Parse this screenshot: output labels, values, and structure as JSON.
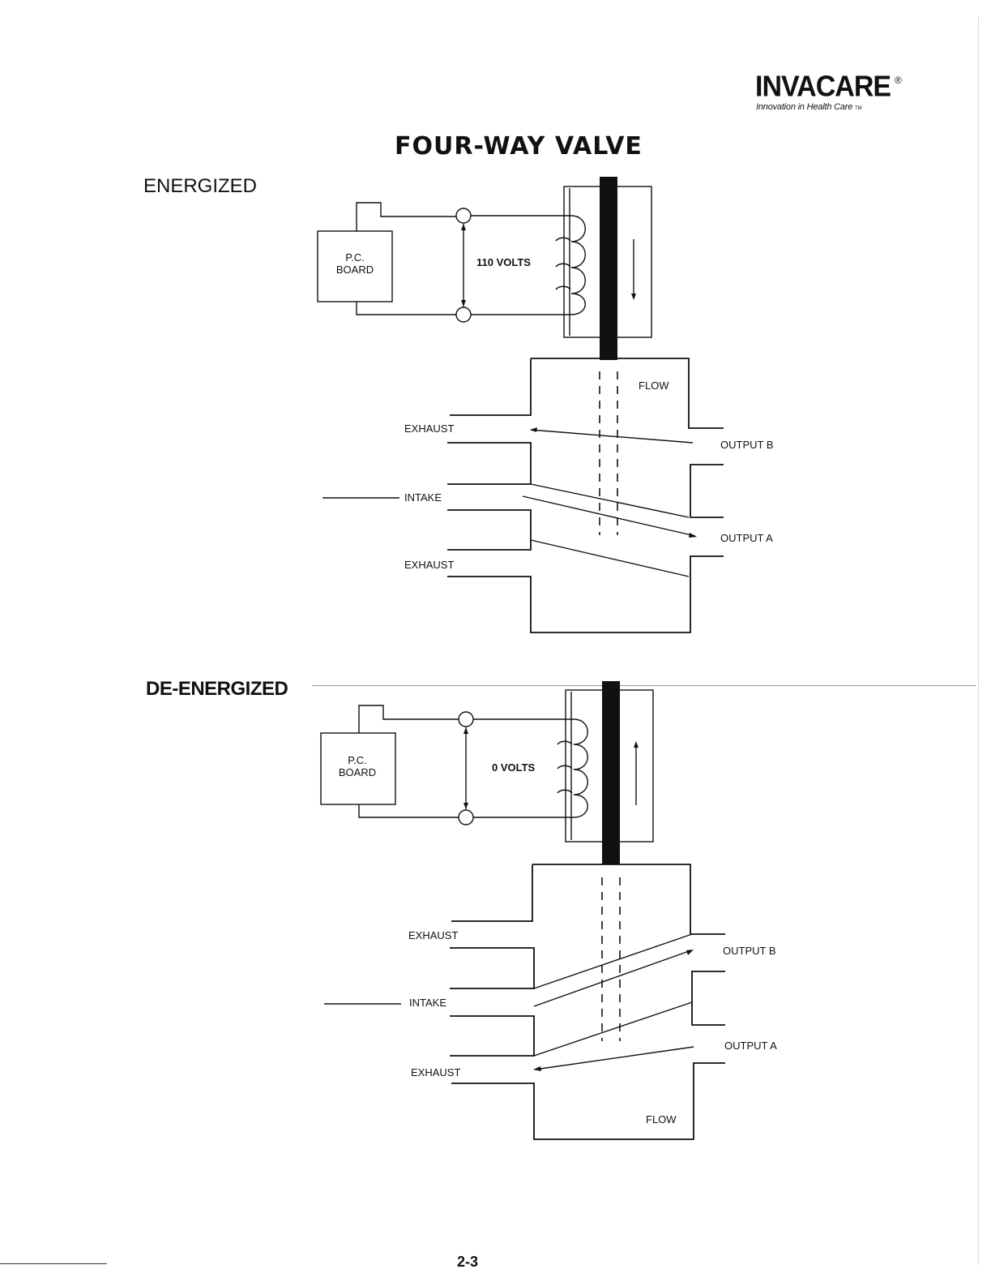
{
  "brand": {
    "name": "INVACARE",
    "registered": "®",
    "tagline": "Innovation in Health Care",
    "tm": "TM"
  },
  "title": "FOUR-WAY VALVE",
  "energized": {
    "heading": "ENERGIZED",
    "board_line1": "P.C.",
    "board_line2": "BOARD",
    "voltage": "110 VOLTS",
    "flow": "FLOW",
    "exhaust_top": "EXHAUST",
    "intake": "INTAKE",
    "exhaust_bottom": "EXHAUST",
    "output_b": "OUTPUT B",
    "output_a": "OUTPUT A"
  },
  "deenergized": {
    "heading": "DE-ENERGIZED",
    "board_line1": "P.C.",
    "board_line2": "BOARD",
    "voltage": "0 VOLTS",
    "flow": "FLOW",
    "exhaust_top": "EXHAUST",
    "intake": "INTAKE",
    "exhaust_bottom": "EXHAUST",
    "output_b": "OUTPUT B",
    "output_a": "OUTPUT A"
  },
  "page_number": "2-3"
}
